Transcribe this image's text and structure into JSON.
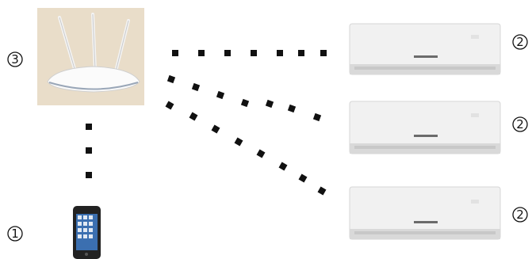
{
  "labels": {
    "router": "3",
    "ac_top": "2",
    "ac_mid": "2",
    "ac_bot": "2",
    "phone": "1"
  },
  "icons": {
    "router": "wifi-router-icon",
    "ac": "air-conditioner-indoor-unit-icon",
    "phone": "smartphone-icon"
  },
  "colors": {
    "router_bg": "#e9ddc9",
    "dot": "#111111",
    "ac_body": "#f1f1f1",
    "phone_body": "#222222"
  }
}
